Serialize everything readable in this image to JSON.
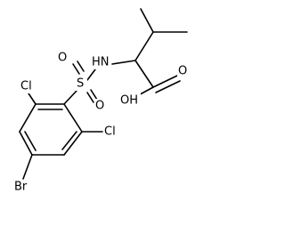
{
  "molecule": {
    "atoms": {
      "nh": "HN",
      "sulfur": "S",
      "sulfonyl_o_left": "O",
      "sulfonyl_o_right": "O",
      "hydroxyl": "OH",
      "carbonyl_o": "O",
      "chlorine_upper": "Cl",
      "chlorine_lower": "Cl",
      "bromine": "Br"
    },
    "colors": {
      "bonds": "#000000",
      "labels": "#000000",
      "background": "#ffffff"
    }
  }
}
